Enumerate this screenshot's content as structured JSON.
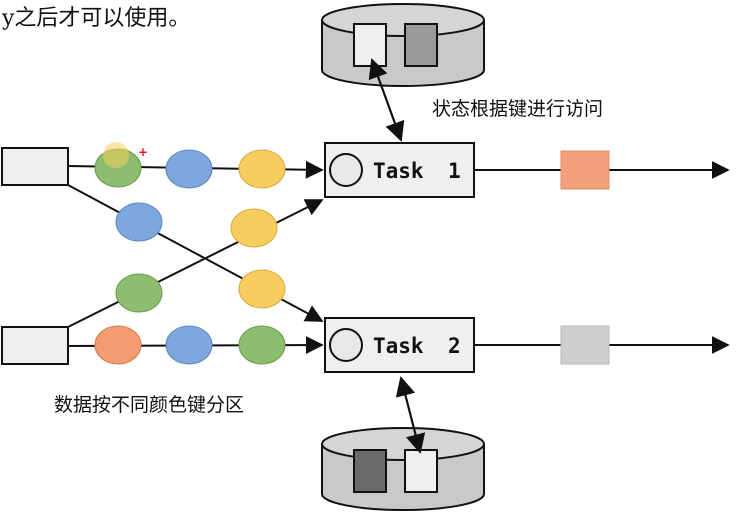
{
  "header": {
    "caption": "y之后才可以使用。"
  },
  "labels": {
    "state_access": "状态根据键进行访问",
    "partition": "数据按不同颜色键分区"
  },
  "tasks": [
    {
      "prefix": "Task",
      "number": "1"
    },
    {
      "prefix": "Task",
      "number": "2"
    }
  ],
  "colors": {
    "green": "#8dbd6e",
    "blue": "#7ea8dd",
    "yellow": "#f7cd5f",
    "orange": "#f39c72",
    "orange_out": "#f4a07d",
    "gray_out": "#cfcfcf",
    "dark_gray": "#6a6a6a",
    "mid_gray": "#9a9a9a",
    "light_box": "#efefef",
    "db_fill": "#c9c9c9"
  },
  "icons": {
    "marker": "plus-sign",
    "cursor_ghost": "translucent-circle"
  },
  "annotations": {
    "marker_symbol": "+"
  }
}
